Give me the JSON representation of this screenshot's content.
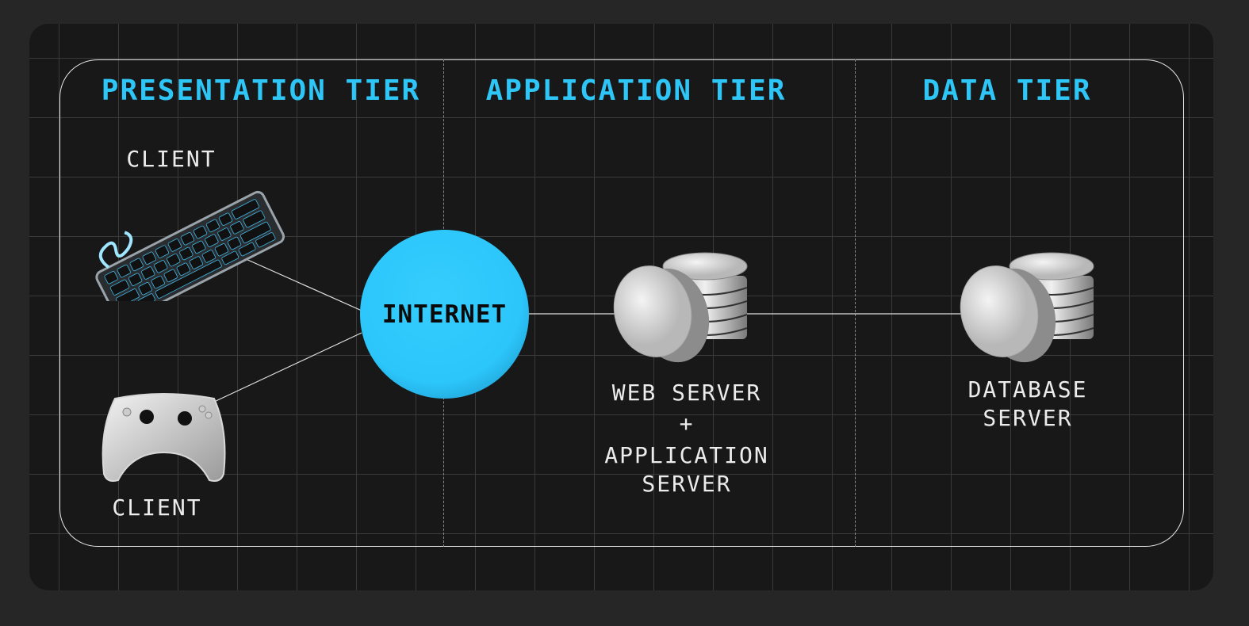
{
  "tiers": {
    "presentation": "PRESENTATION TIER",
    "application": "APPLICATION TIER",
    "data": "DATA TIER"
  },
  "nodes": {
    "client_keyboard": "CLIENT",
    "client_controller": "CLIENT",
    "internet": "INTERNET",
    "web_server_line1": "WEB SERVER",
    "web_server_line2": "+",
    "web_server_line3": "APPLICATION",
    "web_server_line4": "SERVER",
    "db_server_line1": "DATABASE",
    "db_server_line2": "SERVER"
  },
  "colors": {
    "accent": "#2ec5f7",
    "background": "#181818",
    "text": "#ececec"
  }
}
